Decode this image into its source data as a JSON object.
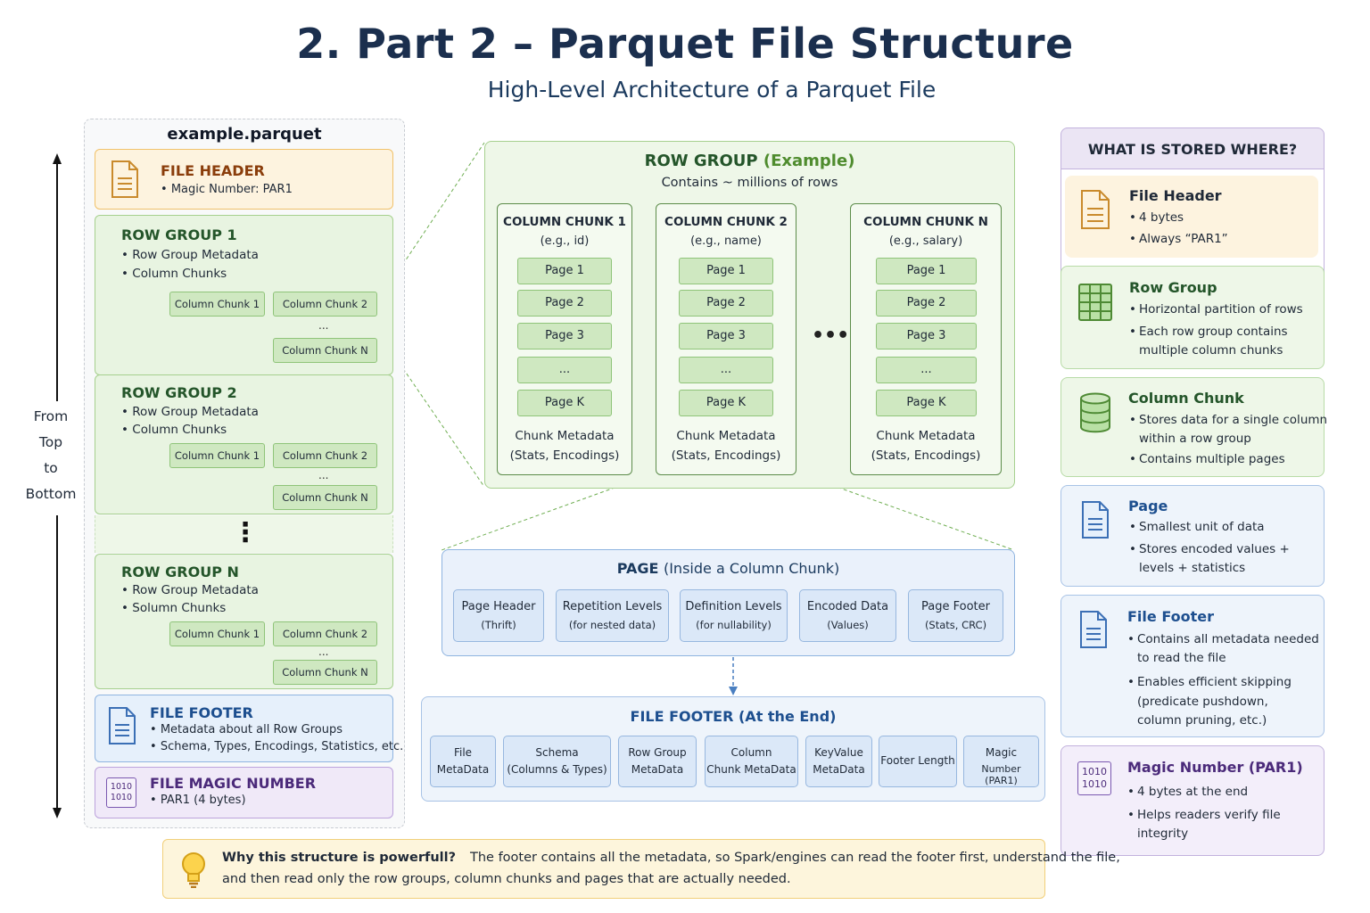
{
  "title": "2. Part 2 – Parquet File Structure",
  "subtitle": "High-Level Architecture of a Parquet File",
  "axis": [
    "From",
    "Top",
    "to",
    "Bottom"
  ],
  "file": {
    "name": "example.parquet",
    "header": {
      "title": "FILE HEADER",
      "bullets": [
        "Magic Number: PAR1"
      ]
    },
    "row_groups": [
      {
        "title": "ROW GROUP 1",
        "bullets": [
          "Row Group Metadata",
          "Column Chunks"
        ],
        "chunks": [
          "Column Chunk 1",
          "Column Chunk 2",
          "...",
          "Column Chunk N"
        ]
      },
      {
        "title": "ROW GROUP 2",
        "bullets": [
          "Row Group Metadata",
          "Column Chunks"
        ],
        "chunks": [
          "Column Chunk 1",
          "Column Chunk 2",
          "...",
          "Column Chunk N"
        ]
      },
      {
        "title": "ROW GROUP N",
        "bullets": [
          "Row Group Metadata",
          "Solumn Chunks"
        ],
        "chunks": [
          "Column Chunk 1",
          "Column Chunk 2",
          "...",
          "Column Chunk N"
        ]
      }
    ],
    "vertical_dots": "⋮",
    "footer": {
      "title": "FILE FOOTER",
      "bullets": [
        "Metadata about all Row Groups",
        "Schema, Types, Encodings, Statistics, etc."
      ]
    },
    "magic": {
      "title": "FILE MAGIC NUMBER",
      "bullets": [
        "PAR1 (4 bytes)"
      ],
      "icon_text": [
        "1010",
        "1010"
      ]
    }
  },
  "row_group_example": {
    "title": "ROW GROUP",
    "title_paren": "(Example)",
    "subtitle": "Contains ~ millions of rows",
    "ellipsis": "•••",
    "columns": [
      {
        "title": "COLUMN CHUNK 1",
        "sub": "(e.g., id)",
        "pages": [
          "Page 1",
          "Page 2",
          "Page 3",
          "...",
          "Page K"
        ],
        "meta1": "Chunk Metadata",
        "meta2": "(Stats, Encodings)"
      },
      {
        "title": "COLUMN CHUNK 2",
        "sub": "(e.g., name)",
        "pages": [
          "Page 1",
          "Page 2",
          "Page 3",
          "...",
          "Page K"
        ],
        "meta1": "Chunk Metadata",
        "meta2": "(Stats, Encodings)"
      },
      {
        "title": "COLUMN CHUNK N",
        "sub": "(e.g., salary)",
        "pages": [
          "Page 1",
          "Page 2",
          "Page 3",
          "...",
          "Page K"
        ],
        "meta1": "Chunk Metadata",
        "meta2": "(Stats, Encodings)"
      }
    ]
  },
  "page_detail": {
    "title": "PAGE",
    "title_paren": "(Inside a Column Chunk)",
    "parts": [
      {
        "l1": "Page Header",
        "l2": "(Thrift)"
      },
      {
        "l1": "Repetition Levels",
        "l2": "(for nested data)"
      },
      {
        "l1": "Definition Levels",
        "l2": "(for nullability)"
      },
      {
        "l1": "Encoded Data",
        "l2": "(Values)"
      },
      {
        "l1": "Page Footer",
        "l2": "(Stats, CRC)"
      }
    ]
  },
  "footer_detail": {
    "title": "FILE FOOTER (At the End)",
    "parts": [
      {
        "l1": "File",
        "l2": "MetaData"
      },
      {
        "l1": "Schema",
        "l2": "(Columns & Types)"
      },
      {
        "l1": "Row Group",
        "l2": "MetaData"
      },
      {
        "l1": "Column",
        "l2": "Chunk MetaData"
      },
      {
        "l1": "KeyValue",
        "l2": "MetaData"
      },
      {
        "l1": "Footer Length",
        "l2": ""
      },
      {
        "l1": "Magic",
        "l2": "Number (PAR1)"
      }
    ]
  },
  "legend": {
    "title": "WHAT IS STORED WHERE?",
    "items": [
      {
        "title": "File Header",
        "lines": [
          "4 bytes",
          "Always “PAR1”"
        ],
        "icon": "document-icon"
      },
      {
        "title": "Row Group",
        "lines": [
          "Horizontal partition of rows",
          "Each row group contains",
          "multiple column chunks"
        ],
        "icon": "table-grid-icon"
      },
      {
        "title": "Column Chunk",
        "lines": [
          "Stores data for a single column",
          "within a row group",
          "Contains multiple pages"
        ],
        "icon": "database-icon"
      },
      {
        "title": "Page",
        "lines": [
          "Smallest unit of data",
          "Stores encoded values +",
          "levels + statistics"
        ],
        "icon": "page-icon"
      },
      {
        "title": "File Footer",
        "lines": [
          "Contains all metadata needed",
          "to read the file",
          "Enables efficient skipping",
          "(predicate pushdown,",
          "column pruning, etc.)"
        ],
        "icon": "document-icon"
      },
      {
        "title": "Magic Number (PAR1)",
        "lines": [
          "4 bytes at the end",
          "Helps readers verify file",
          "integrity"
        ],
        "icon": "binary-icon",
        "icon_text": [
          "1010",
          "1010"
        ]
      }
    ]
  },
  "callout": {
    "bold": "Why this structure is powerfull?",
    "text1": "The footer contains all the metadata, so Spark/engines can read the footer first, understand the file,",
    "text2": "and then read only the row groups, column chunks and pages that are actually needed."
  },
  "colors": {
    "green": "#24552a",
    "blue": "#1d4f8f",
    "orange": "#8a3d0b",
    "purple": "#4b2a7a",
    "title": "#1b2f4e"
  }
}
